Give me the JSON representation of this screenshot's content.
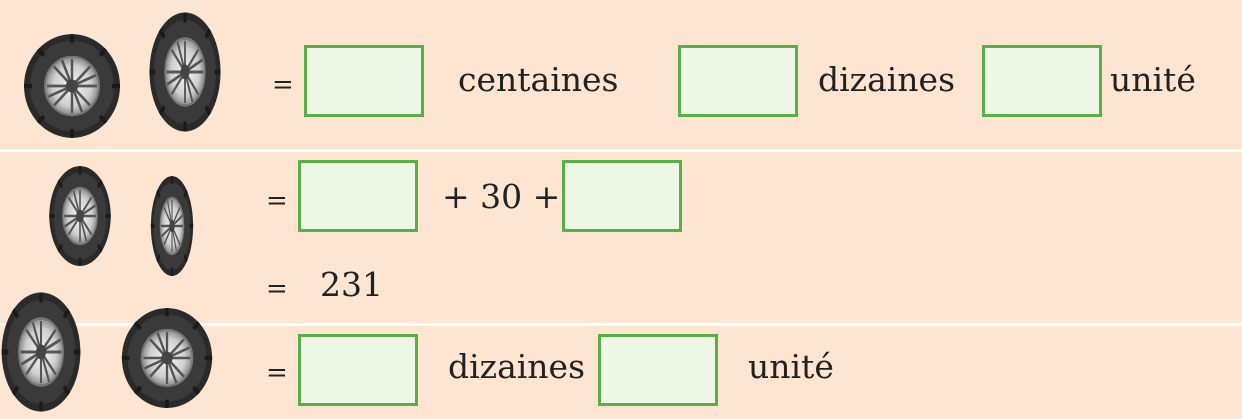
{
  "rows": [
    {
      "equals": "=",
      "labels": [
        "centaines",
        "dizaines",
        "unité"
      ]
    },
    {
      "equals": "=",
      "operator1": "+ 30 +"
    },
    {
      "equals": "=",
      "value": "231"
    },
    {
      "equals": "=",
      "labels": [
        "dizaines",
        "unité"
      ]
    }
  ],
  "icons": [
    "tire-icon"
  ],
  "colors": {
    "background": "#fde5d2",
    "box_fill": "#eef6e5",
    "box_border": "#5aae49",
    "divider": "#ffffff"
  }
}
